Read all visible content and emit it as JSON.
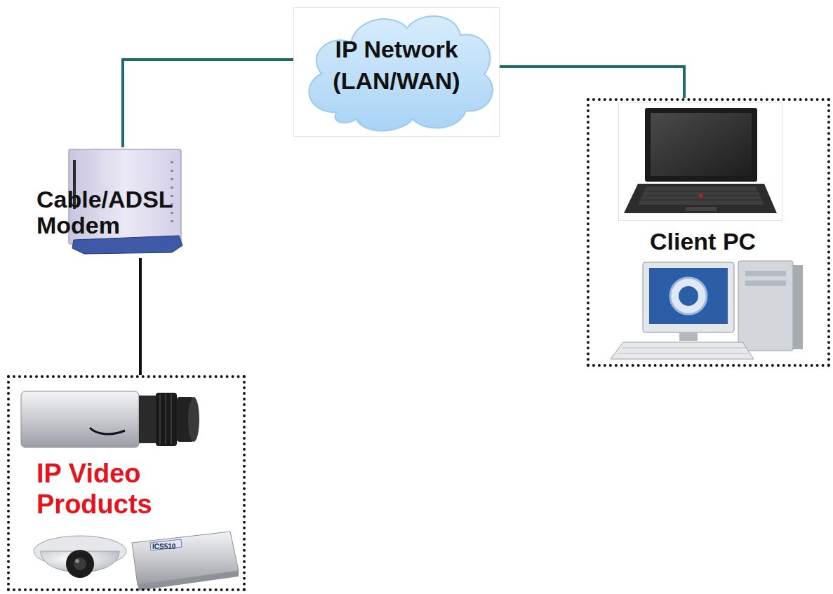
{
  "diagram": {
    "nodes": [
      {
        "text": [
          "IP Network (LAN/WAN)"
        ]
      },
      {
        "text": [
          "Cable/ADSL Modem"
        ]
      },
      {
        "text": [
          "Client PC"
        ]
      },
      {
        "text": [
          "IP Video Products"
        ]
      }
    ],
    "edges": [
      {
        "from": 1,
        "to": 0,
        "arrow": "none"
      },
      {
        "from": 0,
        "to": 2,
        "arrow": "none"
      },
      {
        "from": 1,
        "to": 3,
        "arrow": "none"
      }
    ],
    "labels": [
      "ICS510"
    ]
  }
}
